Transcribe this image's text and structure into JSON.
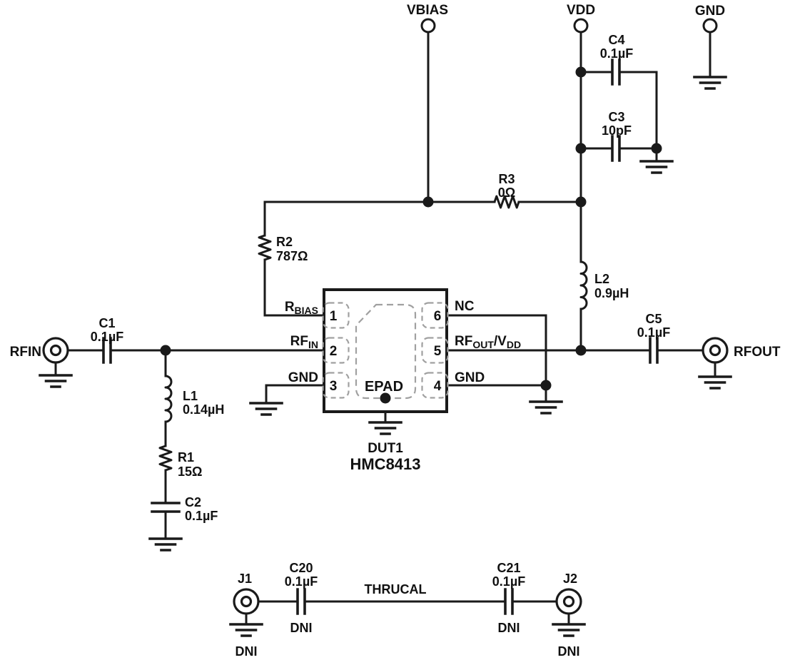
{
  "schematic": {
    "power_terminals": {
      "vbias": "VBIAS",
      "vdd": "VDD",
      "gnd": "GND"
    },
    "ports": {
      "rfin": "RFIN",
      "rfout": "RFOUT"
    },
    "components": {
      "c1": {
        "ref": "C1",
        "value": "0.1µF"
      },
      "c2": {
        "ref": "C2",
        "value": "0.1µF"
      },
      "c3": {
        "ref": "C3",
        "value": "10pF"
      },
      "c4": {
        "ref": "C4",
        "value": "0.1µF"
      },
      "c5": {
        "ref": "C5",
        "value": "0.1µF"
      },
      "c20": {
        "ref": "C20",
        "value": "0.1µF",
        "note": "DNI"
      },
      "c21": {
        "ref": "C21",
        "value": "0.1µF",
        "note": "DNI"
      },
      "r1": {
        "ref": "R1",
        "value": "15Ω"
      },
      "r2": {
        "ref": "R2",
        "value": "787Ω"
      },
      "r3": {
        "ref": "R3",
        "value": "0Ω"
      },
      "l1": {
        "ref": "L1",
        "value": "0.14µH"
      },
      "l2": {
        "ref": "L2",
        "value": "0.9µH"
      }
    },
    "dut": {
      "ref": "DUT1",
      "part": "HMC8413",
      "epad": "EPAD",
      "pins": {
        "p1": {
          "num": "1",
          "main": "R",
          "sub": "BIAS"
        },
        "p2": {
          "num": "2",
          "main": "RF",
          "sub": "IN"
        },
        "p3": {
          "num": "3",
          "label": "GND"
        },
        "p4": {
          "num": "4",
          "label": "GND"
        },
        "p5": {
          "num": "5",
          "a": "RF",
          "a_sub": "OUT",
          "b": "/V",
          "b_sub": "DD"
        },
        "p6": {
          "num": "6",
          "label": "NC"
        }
      }
    },
    "thrucal": {
      "label": "THRUCAL",
      "j1": {
        "ref": "J1",
        "note": "DNI"
      },
      "j2": {
        "ref": "J2",
        "note": "DNI"
      }
    }
  }
}
